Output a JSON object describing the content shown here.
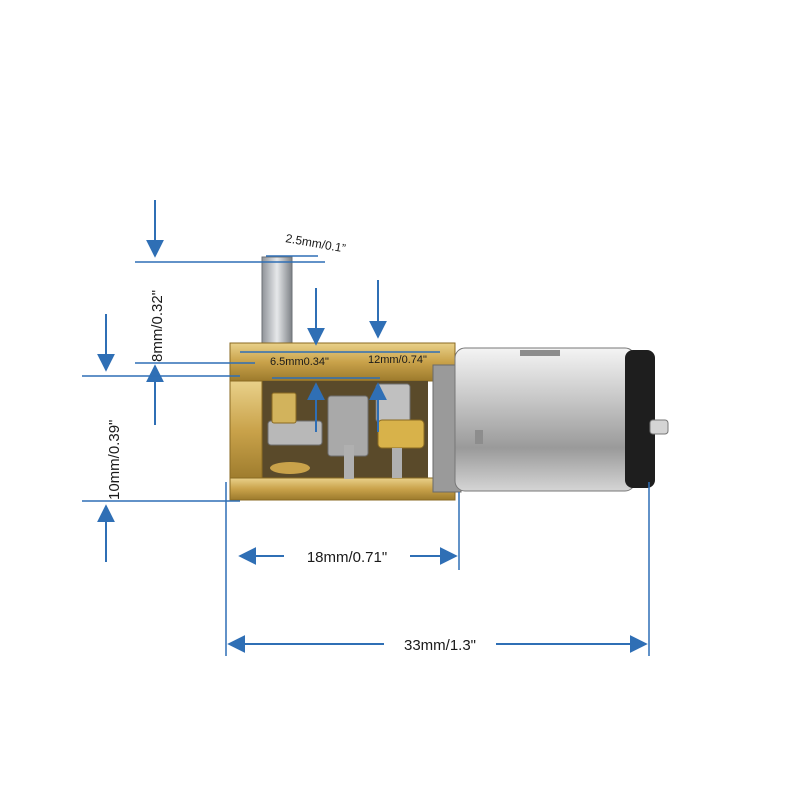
{
  "dimension_color": "#2f6fb5",
  "labels": {
    "shaft_width": "2.5mm/0.1”",
    "shaft_length": "8mm/0.32\"",
    "shaft_offset": "6.5mm0.34\"",
    "gear_span": "12mm/0.74\"",
    "height": "10mm/0.39\"",
    "gearbox_length": "18mm/0.71\"",
    "total_length": "33mm/1.3\""
  }
}
